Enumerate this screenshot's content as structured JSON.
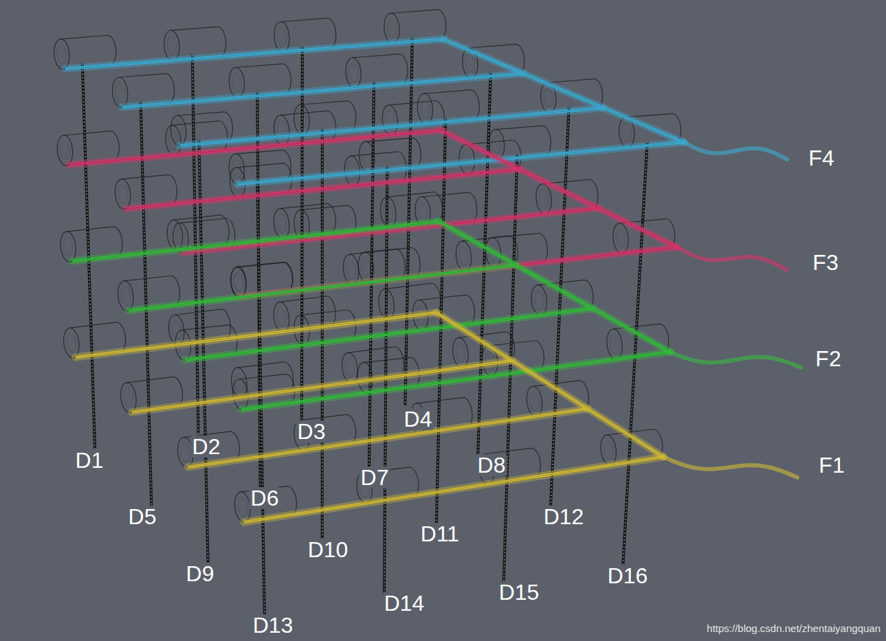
{
  "diagram": {
    "labels": [
      "D1",
      "D2",
      "D3",
      "D4",
      "D5",
      "D6",
      "D7",
      "D8",
      "D9",
      "D10",
      "D11",
      "D12",
      "D13",
      "D14",
      "D15",
      "D16",
      "F4",
      "F3",
      "F2",
      "F1",
      "https://blog.csdn.net/zhentaiyangquan"
    ]
  }
}
